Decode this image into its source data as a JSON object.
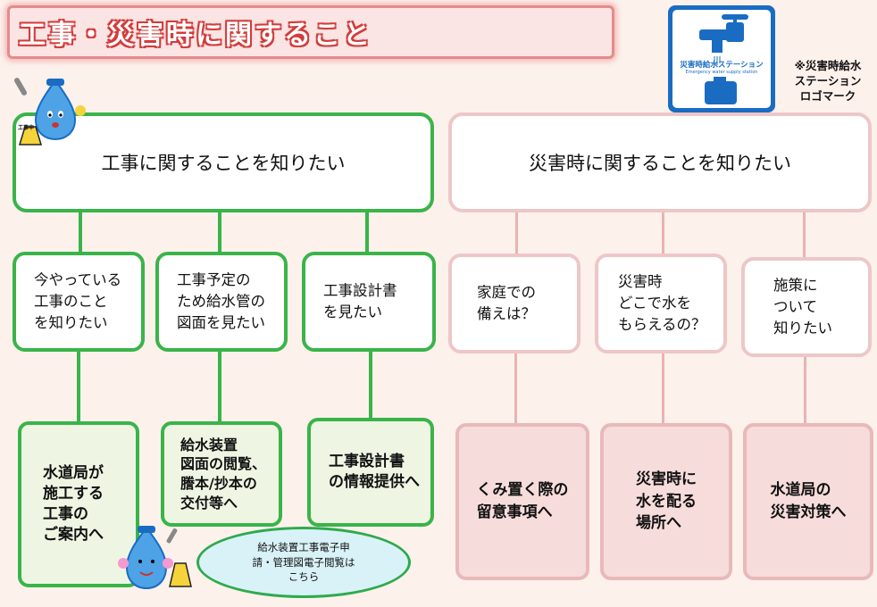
{
  "page_title": "工事・災害時に関すること",
  "logo": {
    "icon": "emergency-water-station-logo",
    "text": "災害時給水ステーション",
    "subtext": "Emergency water supply station",
    "note": "※災害時給水\nステーション\nロゴマーク"
  },
  "left": {
    "header": "工事に関することを知りたい",
    "questions": [
      "今やっている\n工事のこと\nを知りたい",
      "工事予定の\nため給水管の\n図面を見たい",
      "工事設計書\nを見たい"
    ],
    "links": [
      "水道局が\n施工する\n工事の\nご案内へ",
      "給水装置\n図面の閲覧、\n謄本/抄本の\n交付等へ",
      "工事設計書\nの情報提供へ"
    ]
  },
  "right": {
    "header": "災害時に関することを知りたい",
    "questions": [
      "家庭での\n備えは？",
      "災害時\nどこで水を\nもらえるの？",
      "施策に\nついて\n知りたい"
    ],
    "links": [
      "くみ置く際の\n留意事項へ",
      "災害時に\n水を配る\n場所へ",
      "水道局の\n災害対策へ"
    ]
  },
  "bubble_text": "給水装置工事電子申\n請・管理図電子閲覧は\nこちら",
  "mascot_sign_text": "工事中",
  "colors": {
    "green": "#3ab449",
    "pink_border": "#edc7c7",
    "pink_fill": "#f6dcdb",
    "light_green_fill": "#eef6e3",
    "title_red": "#d23c3c",
    "logo_blue": "#1a6cc2"
  }
}
